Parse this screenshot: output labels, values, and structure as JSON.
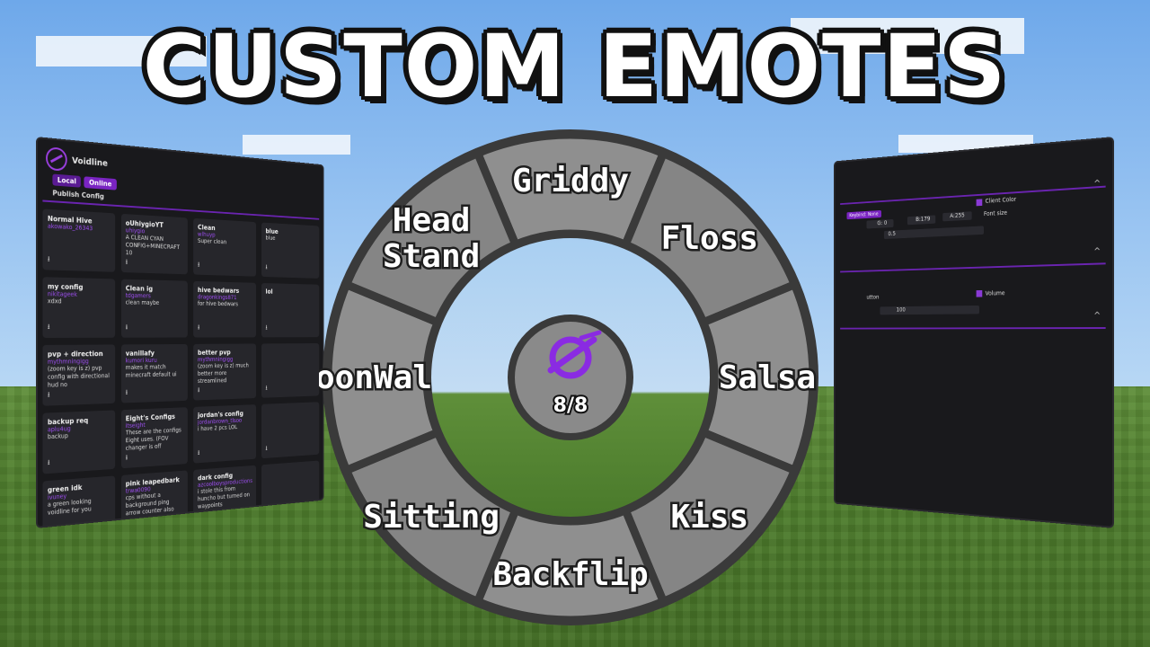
{
  "title": "CUSTOM EMOTES",
  "left_panel": {
    "app_name": "Voidline",
    "tabs": [
      {
        "label": "Local"
      },
      {
        "label": "Online"
      }
    ],
    "publish_label": "Publish Config",
    "cards": [
      {
        "name": "Normal Hive",
        "author": "akowako_26343",
        "desc": ""
      },
      {
        "name": "oUhiygioYT",
        "author": "uhiygio",
        "desc": "A CLEAN CYAN CONFIG+MINECRAFT 10"
      },
      {
        "name": "Clean",
        "author": "wlhuyp",
        "desc": "Super clean"
      },
      {
        "name": "blue",
        "author": "",
        "desc": "blue"
      },
      {
        "name": "my config",
        "author": "nikitageek",
        "desc": "xdxd"
      },
      {
        "name": "Clean ig",
        "author": "tdgamers",
        "desc": "clean maybe"
      },
      {
        "name": "hive bedwars",
        "author": "dragonkings871",
        "desc": "for hive bedwars"
      },
      {
        "name": "lol",
        "author": "",
        "desc": ""
      },
      {
        "name": "pvp + direction",
        "author": "mythmningigg",
        "desc": "(zoom key is z) pvp config with directional hud no"
      },
      {
        "name": "vanillafy",
        "author": "kumori kuru",
        "desc": "makes it match minecraft default ui"
      },
      {
        "name": "better pvp",
        "author": "mythmningigg",
        "desc": "(zoom key is z) much better more streamlined"
      },
      {
        "name": "",
        "author": "",
        "desc": ""
      },
      {
        "name": "backup req",
        "author": "aplu4ug",
        "desc": "backup"
      },
      {
        "name": "Eight's Configs",
        "author": "itseight",
        "desc": "These are the configs Eight uses. (FOV changer is off"
      },
      {
        "name": "jordan's config",
        "author": "jordanbrown_tlsoo",
        "desc": "i have 2 pcs LOL"
      },
      {
        "name": "",
        "author": "",
        "desc": ""
      },
      {
        "name": "green idk",
        "author": "ivuney",
        "desc": "a green looking voidline for you"
      },
      {
        "name": "pink leapedbark",
        "author": "trwa0090",
        "desc": "cps without a background ping arrow counter also"
      },
      {
        "name": "dark config",
        "author": "azcoolboysproductions",
        "desc": "i stole this from huncho but turned on waypoints"
      },
      {
        "name": "",
        "author": "",
        "desc": ""
      }
    ],
    "download_icon": "download-icon"
  },
  "right_panel": {
    "keybind_tag": "Keybind: None",
    "client_color_label": "Client Color",
    "font_size_label": "Font size",
    "g_label": "G: 0",
    "b_label": "B:179",
    "a_label": "A:255",
    "font_value": "0.5",
    "button_label": "utton",
    "volume_label": "Volume",
    "volume_value": "100"
  },
  "wheel": {
    "segments": [
      {
        "label": "Griddy"
      },
      {
        "label": "Floss"
      },
      {
        "label": "Salsa"
      },
      {
        "label": "Kiss"
      },
      {
        "label": "Backflip"
      },
      {
        "label": "Sitting"
      },
      {
        "label": "MoonWalk"
      },
      {
        "label": "Head Stand"
      }
    ],
    "counter": "8/8",
    "center_icon": "voidline-logo-icon"
  },
  "colors": {
    "accent": "#8a2be2",
    "segment_fill": "#8a8a8a",
    "segment_border": "#3a3a3a"
  }
}
